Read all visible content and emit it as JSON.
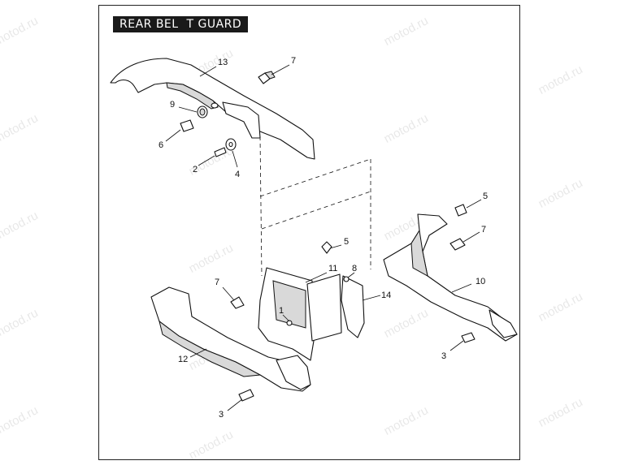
{
  "title": "REAR BEL  T GUARD",
  "watermark_text": "motod.ru",
  "callouts": {
    "c1": "1",
    "c2": "2",
    "c3a": "3",
    "c3b": "3",
    "c4": "4",
    "c5a": "5",
    "c5b": "5",
    "c6": "6",
    "c7a": "7",
    "c7b": "7",
    "c7c": "7",
    "c8": "8",
    "c9": "9",
    "c10": "10",
    "c11": "11",
    "c12": "12",
    "c13": "13",
    "c14": "14"
  }
}
